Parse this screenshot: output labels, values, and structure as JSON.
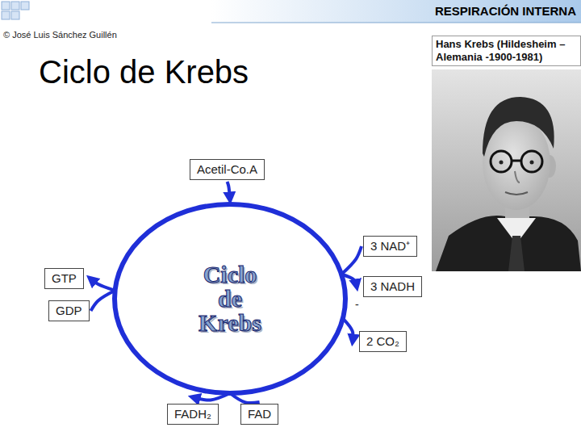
{
  "diagram": {
    "title": "Ciclo de Krebs",
    "nodes": [
      {
        "text": [
          "Acetil-Co.A"
        ]
      },
      {
        "text": [
          "Ciclo de Krebs"
        ]
      },
      {
        "text": [
          "3 NAD⁺"
        ]
      },
      {
        "text": [
          "GTP"
        ]
      },
      {
        "text": [
          "3 NADH"
        ]
      },
      {
        "text": [
          "GDP"
        ]
      },
      {
        "text": [
          "2 CO₂"
        ]
      },
      {
        "text": [
          "FADH₂"
        ]
      },
      {
        "text": [
          "FAD"
        ]
      },
      {
        "text": [
          "Hans Krebs (Hildesheim – Alemania -1900-1981)"
        ]
      }
    ],
    "edges": [
      {
        "from": 0,
        "to": 1,
        "arrow": "to"
      },
      {
        "from": 2,
        "to": 1,
        "arrow": "none"
      },
      {
        "from": 1,
        "to": 4,
        "arrow": "to"
      },
      {
        "from": 5,
        "to": 1,
        "arrow": "none"
      },
      {
        "from": 1,
        "to": 3,
        "arrow": "to"
      },
      {
        "from": 1,
        "to": 6,
        "arrow": "to"
      },
      {
        "from": 8,
        "to": 1,
        "arrow": "none"
      },
      {
        "from": 1,
        "to": 7,
        "arrow": "to"
      }
    ],
    "labels": [
      "RESPIRACIÓN INTERNA",
      "© José Luis Sánchez Guillén",
      "-"
    ]
  }
}
